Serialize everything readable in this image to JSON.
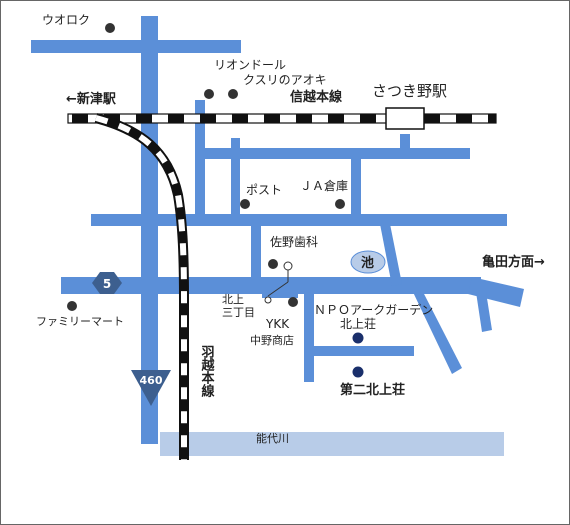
{
  "places": {
    "uoroku": "ウオロク",
    "riondoru": "リオンドール",
    "kusuri_no_aoki": "クスリのアオキ",
    "post": "ポスト",
    "ja_souko": "ＪＡ倉庫",
    "sano_shika": "佐野歯科",
    "family_mart": "ファミリーマート",
    "ykk": "YKK",
    "nakano_shoten": "中野商店",
    "kitakami_3chome_line1": "北上",
    "kitakami_3chome_line2": "三丁目",
    "npo_line1": "ＮＰＯアークガーデン",
    "npo_line2": "北上荘",
    "daini_kitakami": "第二北上荘",
    "pond": "池"
  },
  "stations": {
    "satsukino": "さつき野駅",
    "niitsu": "←新津駅"
  },
  "rail_lines": {
    "shinetsu": "信越本線",
    "uetsu": "羽越本線"
  },
  "directions": {
    "kameda": "亀田方面→"
  },
  "route_shields": {
    "route5": "5",
    "route460": "460"
  },
  "river": {
    "name": "能代川"
  },
  "colors": {
    "road": "#5b8fd8",
    "river": "#b8cce8",
    "rail_dark": "#111111",
    "shield": "#3d5f8f",
    "poi_dot": "#333333",
    "highlight_dot": "#1a2f6b"
  }
}
